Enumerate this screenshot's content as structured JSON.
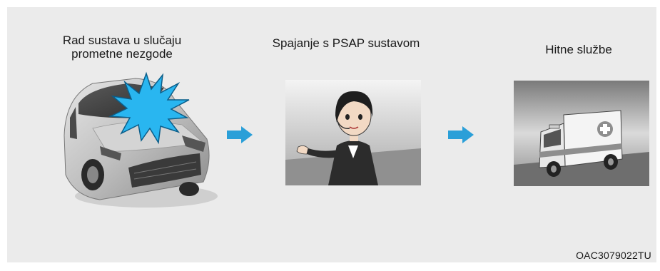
{
  "steps": [
    {
      "label": "Rad sustava u slučaju\nprometne nezgode",
      "image": "crashed-car-icon"
    },
    {
      "label": "Spajanje s PSAP sustavom",
      "image": "operator-icon"
    },
    {
      "label": "Hitne službe",
      "image": "ambulance-icon"
    }
  ],
  "figure_code": "OAC3079022TU",
  "colors": {
    "background": "#ebebeb",
    "arrow": "#2a9fd8",
    "impact_burst": "#29b6f0"
  }
}
